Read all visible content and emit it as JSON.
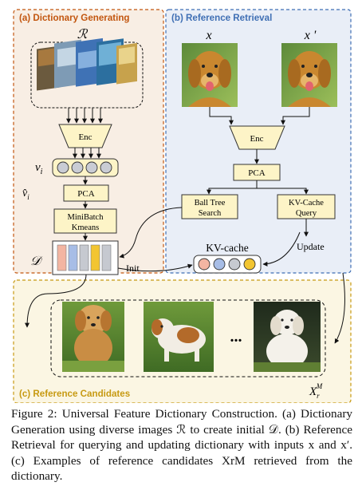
{
  "panels": {
    "a": {
      "title": "(a) Dictionary Generating",
      "color": "#c2560f",
      "bg": "#f8eee4"
    },
    "b": {
      "title": "(b) Reference Retrieval",
      "color": "#3f6fb4",
      "bg": "#e9eef7"
    },
    "c": {
      "title": "(c) Reference Candidates",
      "color": "#c79a12",
      "bg": "#fbf6e3"
    }
  },
  "symbols": {
    "image_set": "ℛ",
    "vector": "v",
    "vector_sub": "i",
    "vector_hat": "v̂",
    "dictionary": "𝒟",
    "input_x": "x",
    "input_x_prime": "x '",
    "candidates": "X",
    "candidates_sub": "r",
    "candidates_sup": "M"
  },
  "blocks": {
    "enc_a": "Enc",
    "enc_b": "Enc",
    "pca_a": "PCA",
    "pca_b": "PCA",
    "minibatch_line1": "MiniBatch",
    "minibatch_line2": "Kmeans",
    "balltree_line1": "Ball Tree",
    "balltree_line2": "Search",
    "kvquery_line1": "KV-Cache",
    "kvquery_line2": "Query",
    "kvcache_label": "KV-cache",
    "ellipsis": "...",
    "init_label": "Init",
    "update_label": "Update"
  },
  "colors": {
    "block_fill": "#fdf4c7",
    "block_stroke": "#333333",
    "circle_grey": "#c9ccd4",
    "bar_1": "#f3b5a2",
    "bar_2": "#a7bde6",
    "bar_3": "#c6c9d0",
    "bar_4": "#f2c531",
    "bar_5": "#c6c9d0",
    "kv_1": "#f3b5a2",
    "kv_2": "#a7bde6",
    "kv_3": "#c6c9d0",
    "kv_4": "#f2c531"
  },
  "images": {
    "dog_x": "golden-retriever-photo",
    "dog_x_prime": "golden-retriever-photo",
    "candidate_1": "golden-puppy-on-grass",
    "candidate_2": "brown-white-puppy",
    "candidate_3": "white-puppy-on-grass",
    "image_stack": "diverse-image-stack"
  },
  "caption": {
    "text": "Figure 2: Universal Feature Dictionary Construction. (a) Dictionary Generation using diverse images ℛ to create initial 𝒟. (b) Reference Retrieval for querying and updating dictionary with inputs x and x′. (c) Examples of reference candidates XrM retrieved from the dictionary."
  }
}
